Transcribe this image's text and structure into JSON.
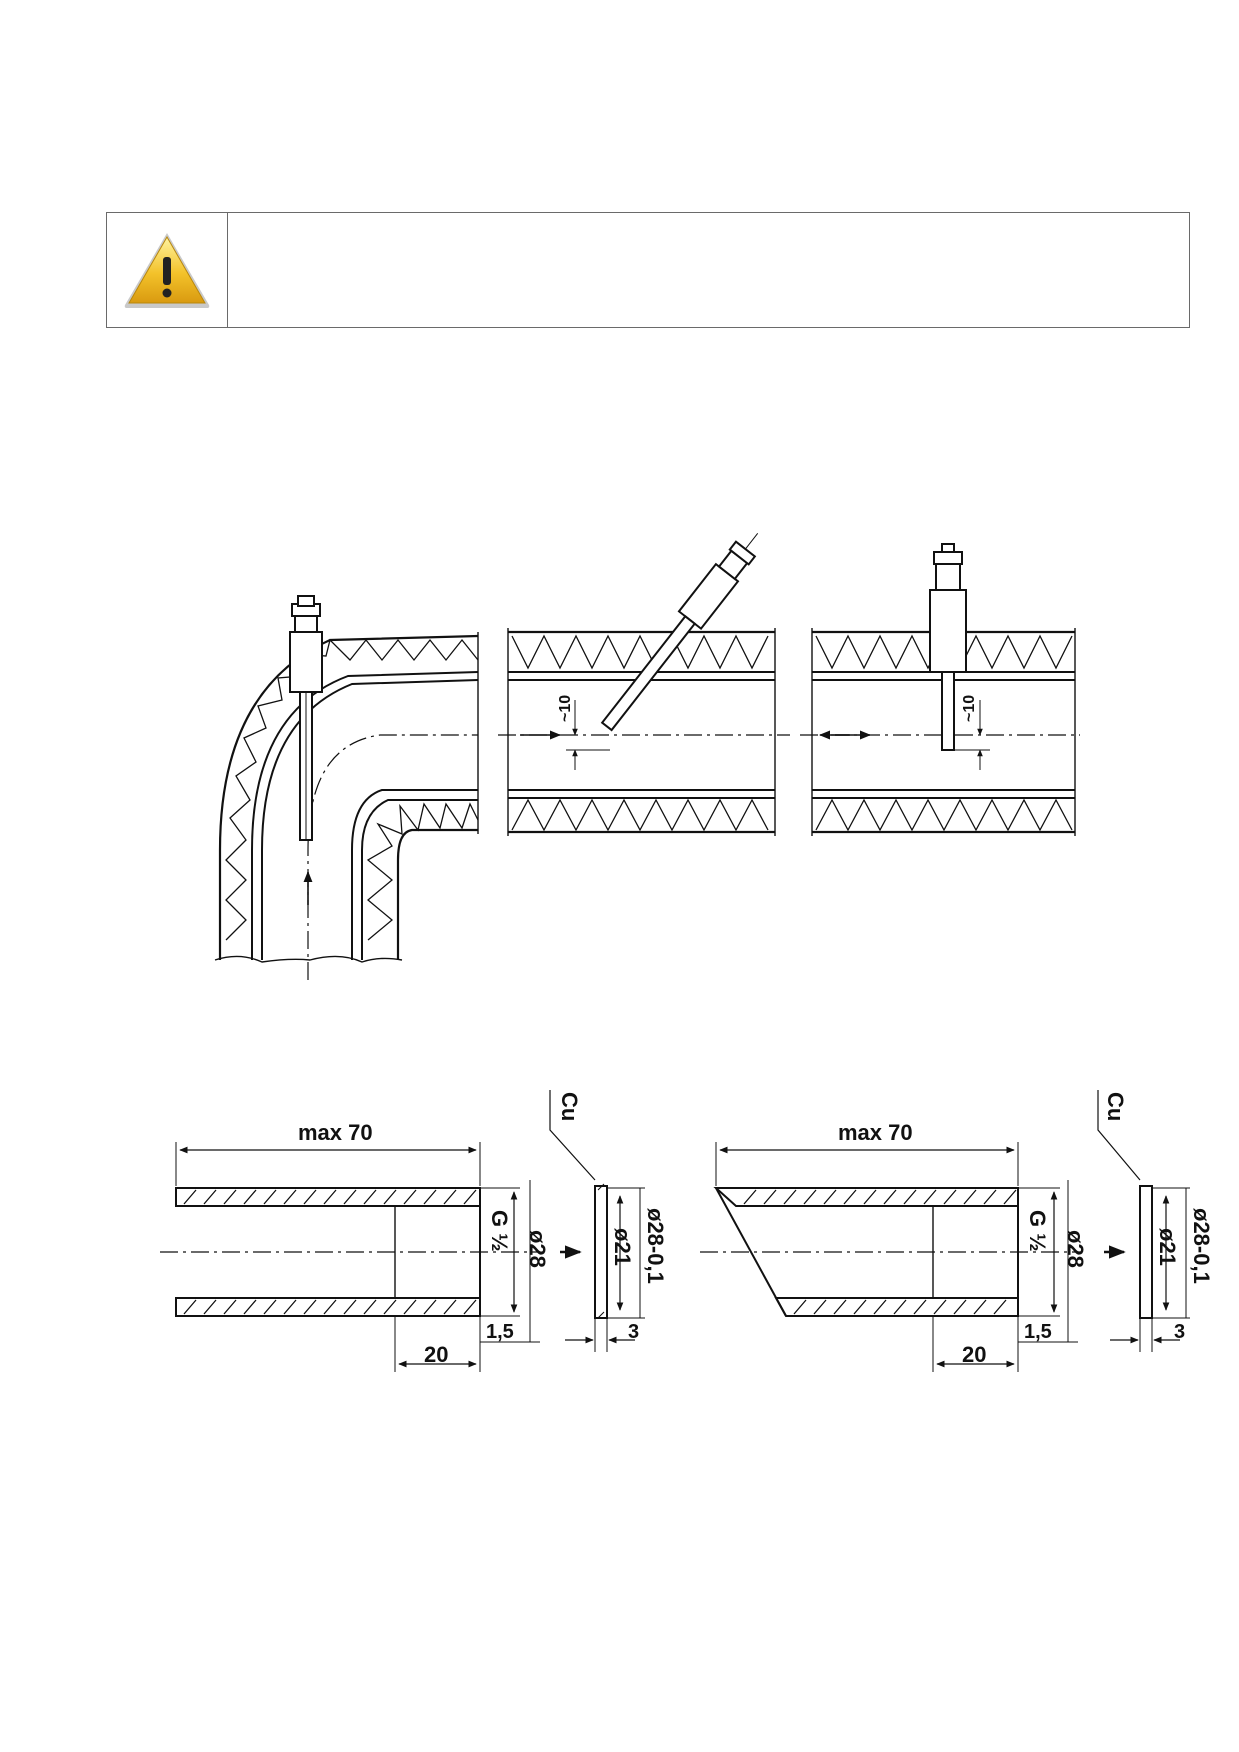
{
  "notice": {
    "icon": "warning-triangle-icon",
    "text": ""
  },
  "figure_top": {
    "dimension_label": "~10"
  },
  "figure_bottom": {
    "length_label": "max 70",
    "material_label": "Cu",
    "thread_label": "G ½",
    "outer_diameter_label": "ø28",
    "inner_diameter_label": "ø21",
    "tolerance_label": "ø28-0,1",
    "thread_depth_label": "20",
    "flange_label": "1,5",
    "washer_label": "3"
  }
}
